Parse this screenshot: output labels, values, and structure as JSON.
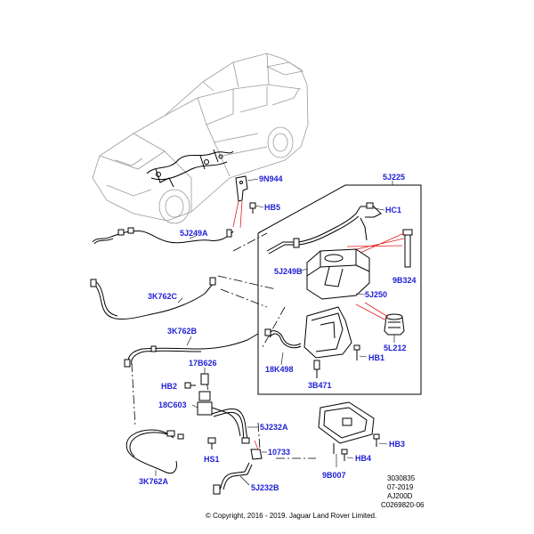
{
  "callouts": {
    "c_9N944": "9N944",
    "c_HB5": "HB5",
    "c_5J225": "5J225",
    "c_HC1": "HC1",
    "c_5J249A": "5J249A",
    "c_5J249B": "5J249B",
    "c_9B324": "9B324",
    "c_3K762C": "3K762C",
    "c_5J250": "5J250",
    "c_3K762B": "3K762B",
    "c_5L212": "5L212",
    "c_18K498": "18K498",
    "c_HB1": "HB1",
    "c_17B626": "17B626",
    "c_HB2": "HB2",
    "c_3B471": "3B471",
    "c_18C603": "18C603",
    "c_5J232A": "5J232A",
    "c_HB3": "HB3",
    "c_HS1": "HS1",
    "c_10733": "10733",
    "c_HB4": "HB4",
    "c_3K762A": "3K762A",
    "c_5J232B": "5J232B",
    "c_9B007": "9B007"
  },
  "reference": {
    "line1": "3030835",
    "line2": "07-2019",
    "line3": "AJ200D",
    "line4": "C0269820-06"
  },
  "copyright": "© Copyright, 2016 - 2019. Jaguar Land Rover Limited.",
  "colors": {
    "callout": "#1f1fd6",
    "highlight": "#e02020",
    "line": "#000000",
    "vehicle": "#9a9a9a"
  }
}
